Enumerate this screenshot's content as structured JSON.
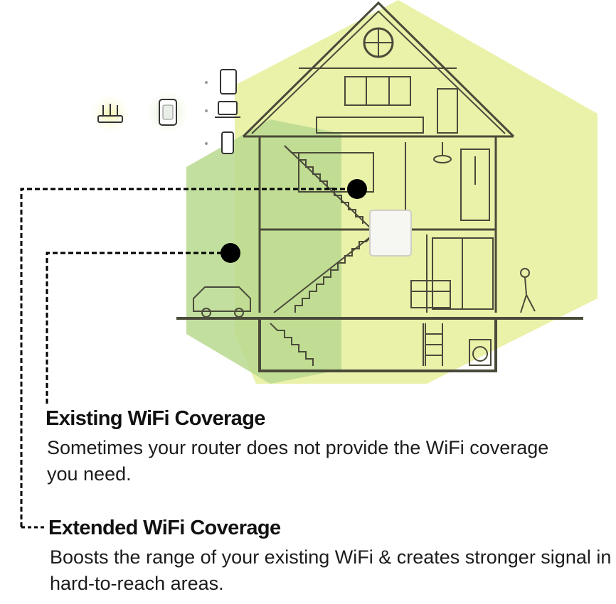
{
  "colors": {
    "existing_zone": "#b9d98f",
    "extended_zone": "#e6ef9a",
    "house_line": "#4a4a3a",
    "connector": "#000000"
  },
  "icons": [
    "router-icon",
    "extender-icon",
    "tablet-icon",
    "laptop-icon",
    "phone-icon"
  ],
  "existing": {
    "heading": "Existing WiFi Coverage",
    "body": "Sometimes your router does not provide the WiFi coverage you need."
  },
  "extended": {
    "heading": "Extended WiFi Coverage",
    "body": "Boosts the range of your existing WiFi & creates stronger signal in hard-to-reach areas."
  }
}
